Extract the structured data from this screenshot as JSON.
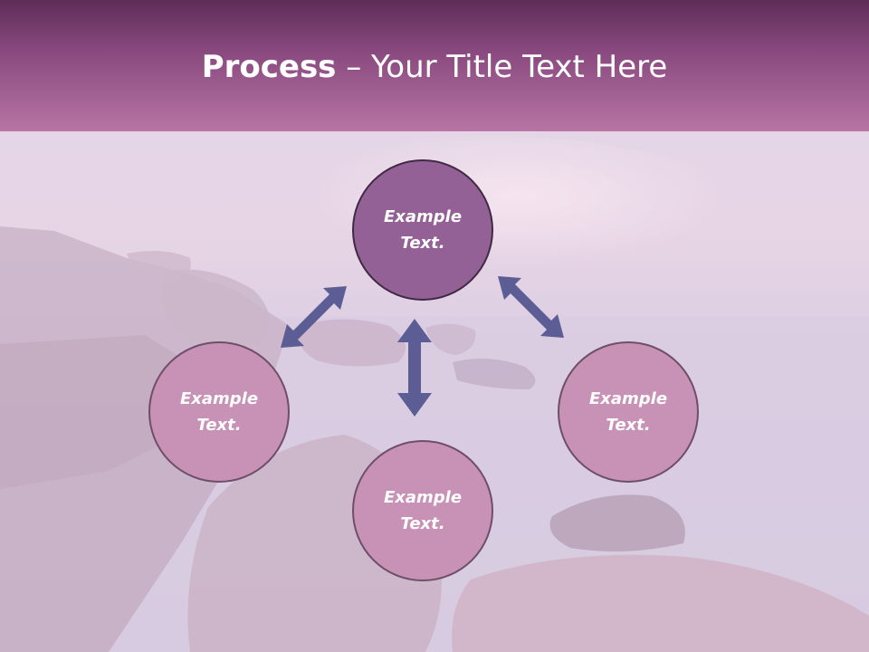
{
  "title": {
    "bold": "Process",
    "rest": " – Your Title Text Here"
  },
  "nodes": [
    {
      "id": "top",
      "label": "Example Text."
    },
    {
      "id": "left",
      "label": "Example Text."
    },
    {
      "id": "right",
      "label": "Example Text."
    },
    {
      "id": "bottom",
      "label": "Example Text."
    }
  ],
  "colors": {
    "header": "#8a4a7f",
    "hub_fill": "#946196",
    "leaf_fill": "#c891b6",
    "arrow": "#5c5d95"
  }
}
